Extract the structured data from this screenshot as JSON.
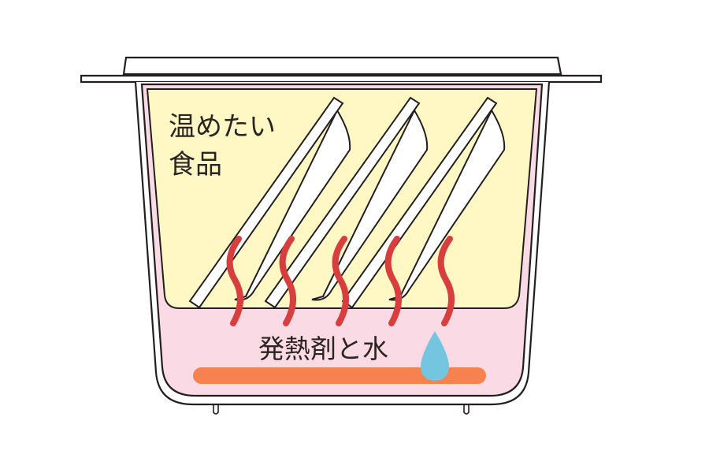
{
  "diagram": {
    "type": "self-heating container cross-section",
    "labels": {
      "food_line1": "温めたい",
      "food_line2": "食品",
      "heater": "発熱剤と水"
    },
    "colors": {
      "outline": "#231f20",
      "food_area": "#fff8c5",
      "heater_area": "#fadbe5",
      "tray": "#ffffff",
      "steam": "#d93e3e",
      "heating_pad": "#f5824f",
      "water_drop": "#74c6e0"
    },
    "components": [
      {
        "name": "lid",
        "description": "flat lid on top of container"
      },
      {
        "name": "outer-container",
        "description": "tapered outer vessel with two feet"
      },
      {
        "name": "food-compartment",
        "description": "upper inner chamber holding food trays"
      },
      {
        "name": "food-tray",
        "count": 3,
        "description": "diagonally stacked food pouches"
      },
      {
        "name": "steam-wave",
        "count": 5,
        "description": "heat rising from heater"
      },
      {
        "name": "heating-element",
        "description": "orange bar of heating agent"
      },
      {
        "name": "water-drop",
        "description": "water added to heating agent"
      }
    ]
  }
}
